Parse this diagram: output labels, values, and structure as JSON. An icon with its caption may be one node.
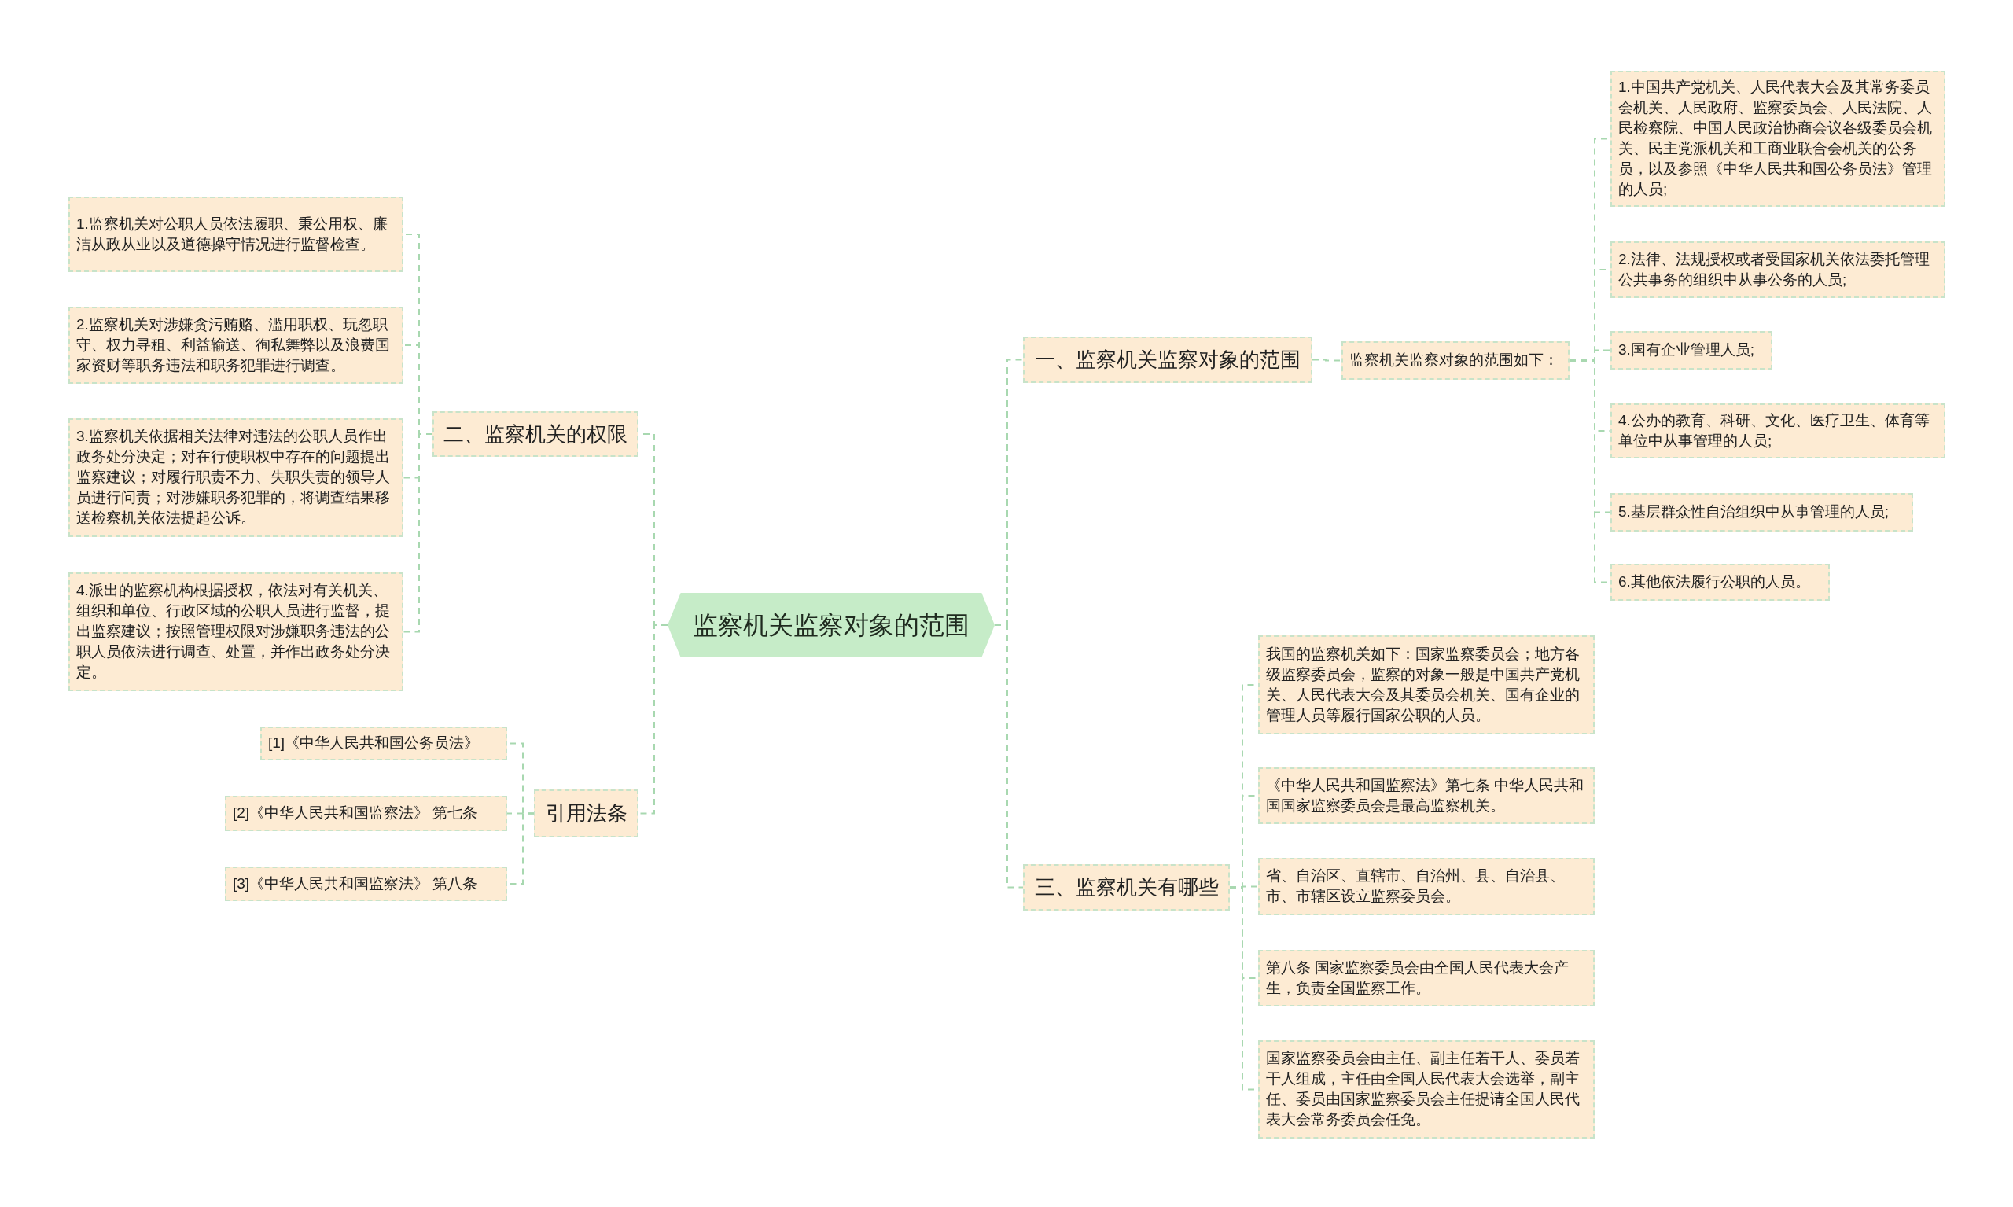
{
  "diagram": {
    "nodes": [
      {
        "text": [
          "监察机关监察对象的范围"
        ]
      },
      {
        "text": [
          "一、监察机关监察对象的范围"
        ]
      },
      {
        "text": [
          "监察机关监察对象的范围如下："
        ]
      },
      {
        "text": [
          "1.中国共产党机关、人民代表大会及其常务委员会机关、人民政府、监察委员会、人民法院、人民检察院、中国人民政治协商会议各级委员会机关、民主党派机关和工商业联合会机关的公务员，以及参照《中华人民共和国公务员法》管理的人员;"
        ]
      },
      {
        "text": [
          "2.法律、法规授权或者受国家机关依法委托管理公共事务的组织中从事公务的人员;"
        ]
      },
      {
        "text": [
          "3.国有企业管理人员;"
        ]
      },
      {
        "text": [
          "4.公办的教育、科研、文化、医疗卫生、体育等单位中从事管理的人员;"
        ]
      },
      {
        "text": [
          "5.基层群众性自治组织中从事管理的人员;"
        ]
      },
      {
        "text": [
          "6.其他依法履行公职的人员。"
        ]
      },
      {
        "text": [
          "三、监察机关有哪些"
        ]
      },
      {
        "text": [
          "我国的监察机关如下：国家监察委员会；地方各级监察委员会，监察的对象一般是中国共产党机关、人民代表大会及其委员会机关、国有企业的管理人员等履行国家公职的人员。"
        ]
      },
      {
        "text": [
          "《中华人民共和国监察法》第七条 中华人民共和国国家监察委员会是最高监察机关。"
        ]
      },
      {
        "text": [
          "省、自治区、直辖市、自治州、县、自治县、市、市辖区设立监察委员会。"
        ]
      },
      {
        "text": [
          "第八条 国家监察委员会由全国人民代表大会产生，负责全国监察工作。"
        ]
      },
      {
        "text": [
          "国家监察委员会由主任、副主任若干人、委员若干人组成，主任由全国人民代表大会选举，副主任、委员由国家监察委员会主任提请全国人民代表大会常务委员会任免。"
        ]
      },
      {
        "text": [
          "二、监察机关的权限"
        ]
      },
      {
        "text": [
          "1.监察机关对公职人员依法履职、秉公用权、廉洁从政从业以及道德操守情况进行监督检查。"
        ]
      },
      {
        "text": [
          "2.监察机关对涉嫌贪污贿赂、滥用职权、玩忽职守、权力寻租、利益输送、徇私舞弊以及浪费国家资财等职务违法和职务犯罪进行调查。"
        ]
      },
      {
        "text": [
          "3.监察机关依据相关法律对违法的公职人员作出政务处分决定；对在行使职权中存在的问题提出监察建议；对履行职责不力、失职失责的领导人员进行问责；对涉嫌职务犯罪的，将调查结果移送检察机关依法提起公诉。"
        ]
      },
      {
        "text": [
          "4.派出的监察机构根据授权，依法对有关机关、组织和单位、行政区域的公职人员进行监督，提出监察建议；按照管理权限对涉嫌职务违法的公职人员依法进行调查、处置，并作出政务处分决定。"
        ]
      },
      {
        "text": [
          "引用法条"
        ]
      },
      {
        "text": [
          "[1]《中华人民共和国公务员法》"
        ]
      },
      {
        "text": [
          "[2]《中华人民共和国监察法》 第七条"
        ]
      },
      {
        "text": [
          "[3]《中华人民共和国监察法》 第八条"
        ]
      }
    ],
    "edges": [
      {
        "from": 0,
        "to": 1,
        "arrow": "none"
      },
      {
        "from": 1,
        "to": 2,
        "arrow": "none"
      },
      {
        "from": 2,
        "to": 3,
        "arrow": "none"
      },
      {
        "from": 2,
        "to": 4,
        "arrow": "none"
      },
      {
        "from": 2,
        "to": 5,
        "arrow": "none"
      },
      {
        "from": 2,
        "to": 6,
        "arrow": "none"
      },
      {
        "from": 2,
        "to": 7,
        "arrow": "none"
      },
      {
        "from": 2,
        "to": 8,
        "arrow": "none"
      },
      {
        "from": 0,
        "to": 9,
        "arrow": "none"
      },
      {
        "from": 9,
        "to": 10,
        "arrow": "none"
      },
      {
        "from": 9,
        "to": 11,
        "arrow": "none"
      },
      {
        "from": 9,
        "to": 12,
        "arrow": "none"
      },
      {
        "from": 9,
        "to": 13,
        "arrow": "none"
      },
      {
        "from": 9,
        "to": 14,
        "arrow": "none"
      },
      {
        "from": 0,
        "to": 15,
        "arrow": "none"
      },
      {
        "from": 15,
        "to": 16,
        "arrow": "none"
      },
      {
        "from": 15,
        "to": 17,
        "arrow": "none"
      },
      {
        "from": 15,
        "to": 18,
        "arrow": "none"
      },
      {
        "from": 15,
        "to": 19,
        "arrow": "none"
      },
      {
        "from": 0,
        "to": 20,
        "arrow": "none"
      },
      {
        "from": 20,
        "to": 21,
        "arrow": "none"
      },
      {
        "from": 20,
        "to": 22,
        "arrow": "none"
      },
      {
        "from": 20,
        "to": 23,
        "arrow": "none"
      }
    ]
  }
}
